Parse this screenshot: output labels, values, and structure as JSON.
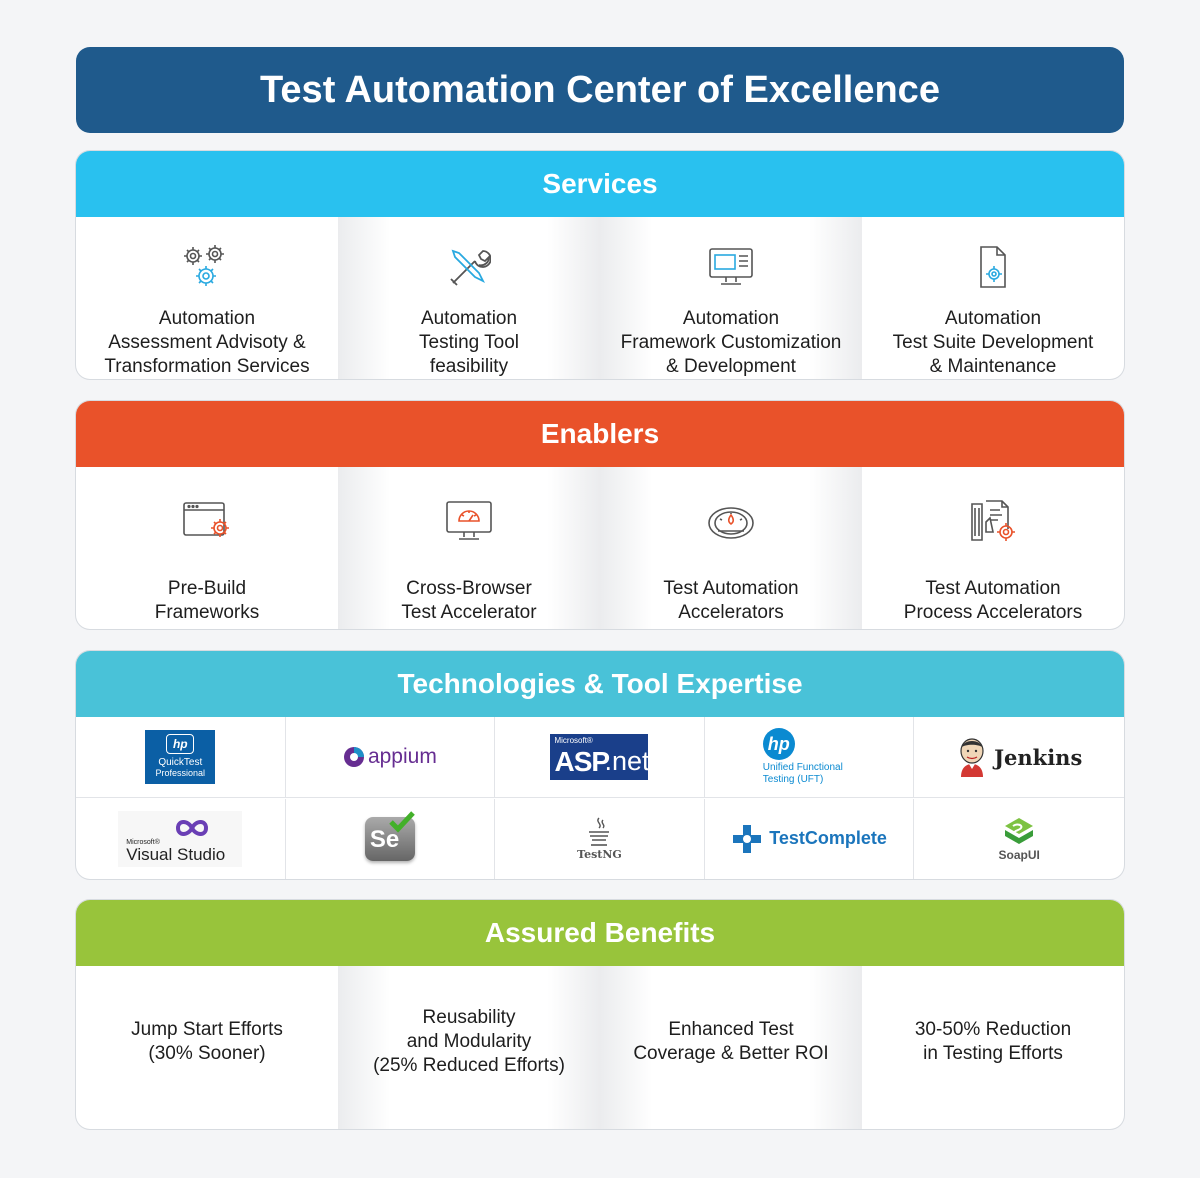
{
  "title": "Test Automation Center of Excellence",
  "colors": {
    "title": "#1f5a8c",
    "services": "#29c1ef",
    "enablers": "#e9522a",
    "tech": "#49c2d8",
    "benefits": "#98c43b"
  },
  "services": {
    "heading": "Services",
    "items": [
      {
        "icon": "gears-icon",
        "lines": [
          "Automation",
          "Assessment Advisoty &",
          "Transformation Services"
        ]
      },
      {
        "icon": "tools-icon",
        "lines": [
          "Automation",
          "Testing Tool",
          "feasibility"
        ]
      },
      {
        "icon": "monitor-icon",
        "lines": [
          "Automation",
          "Framework Customization",
          "& Development"
        ]
      },
      {
        "icon": "document-gear-icon",
        "lines": [
          "Automation",
          "Test Suite Development",
          "& Maintenance"
        ]
      }
    ]
  },
  "enablers": {
    "heading": "Enablers",
    "items": [
      {
        "icon": "browser-gear-icon",
        "lines": [
          "Pre-Build",
          "Frameworks"
        ]
      },
      {
        "icon": "monitor-gauge-icon",
        "lines": [
          "Cross-Browser",
          "Test Accelerator"
        ]
      },
      {
        "icon": "speedometer-icon",
        "lines": [
          "Test Automation",
          "Accelerators"
        ]
      },
      {
        "icon": "process-docs-icon",
        "lines": [
          "Test Automation",
          "Process Accelerators"
        ]
      }
    ]
  },
  "tech": {
    "heading": "Technologies & Tool Expertise",
    "qtp": {
      "hp": "hp",
      "line1": "QuickTest",
      "line2": "Professional"
    },
    "appium": "appium",
    "aspnet": {
      "ms": "Microsoft®",
      "asp": "ASP",
      "net": ".net"
    },
    "uft": {
      "hp": "hp",
      "line1": "Unified Functional",
      "line2": "Testing (UFT)"
    },
    "jenkins": "Jenkins",
    "vs": {
      "ms": "Microsoft®",
      "name": "Visual Studio"
    },
    "selenium": "Se",
    "testng": "TestNG",
    "testcomplete": "TestComplete",
    "soapui": "SoapUI"
  },
  "benefits": {
    "heading": "Assured Benefits",
    "items": [
      {
        "lines": [
          "Jump Start Efforts",
          "(30% Sooner)"
        ]
      },
      {
        "lines": [
          "Reusability",
          "and Modularity",
          "(25% Reduced Efforts)"
        ]
      },
      {
        "lines": [
          "Enhanced Test",
          "Coverage & Better ROI"
        ]
      },
      {
        "lines": [
          "30-50% Reduction",
          "in Testing Efforts"
        ]
      }
    ]
  }
}
